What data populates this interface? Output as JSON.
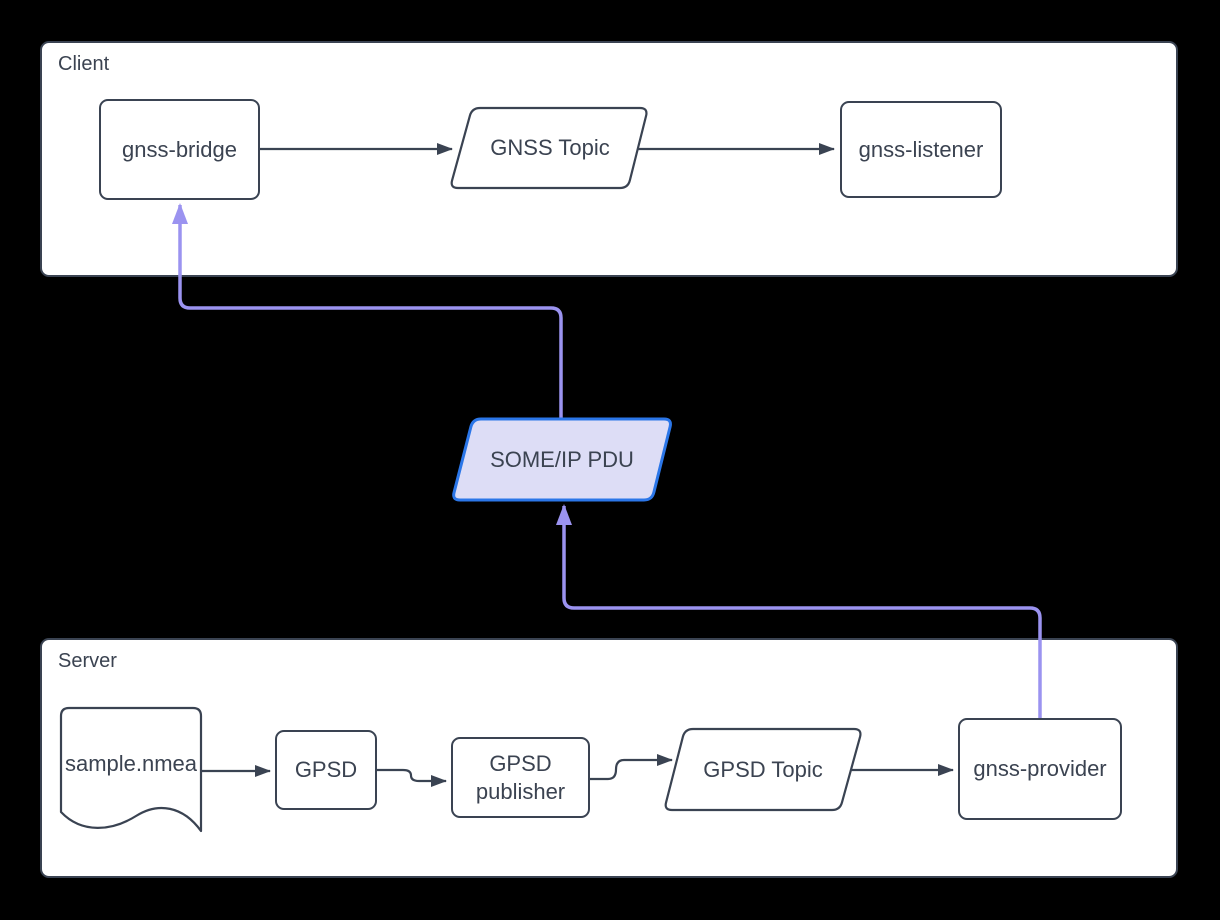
{
  "diagram": {
    "client": {
      "label": "Client",
      "nodes": {
        "gnss_bridge": {
          "label": "gnss-bridge",
          "shape": "rounded-rect"
        },
        "gnss_topic": {
          "label": "GNSS Topic",
          "shape": "parallelogram"
        },
        "gnss_listener": {
          "label": "gnss-listener",
          "shape": "rounded-rect"
        }
      }
    },
    "middle": {
      "someip_pdu": {
        "label": "SOME/IP PDU",
        "shape": "parallelogram",
        "border": "#2B76E8",
        "fill": "#DDDDF6"
      }
    },
    "server": {
      "label": "Server",
      "nodes": {
        "sample_nmea": {
          "label": "sample.nmea",
          "shape": "document"
        },
        "gpsd": {
          "label": "GPSD",
          "shape": "rounded-rect"
        },
        "gpsd_publisher": {
          "label": "GPSD publisher",
          "shape": "rounded-rect"
        },
        "gpsd_topic": {
          "label": "GPSD Topic",
          "shape": "parallelogram"
        },
        "gnss_provider": {
          "label": "gnss-provider",
          "shape": "rounded-rect"
        }
      }
    },
    "connections": [
      {
        "from": "gnss-bridge",
        "to": "GNSS Topic",
        "style": "dark"
      },
      {
        "from": "GNSS Topic",
        "to": "gnss-listener",
        "style": "dark"
      },
      {
        "from": "sample.nmea",
        "to": "GPSD",
        "style": "dark"
      },
      {
        "from": "GPSD",
        "to": "GPSD publisher",
        "style": "dark"
      },
      {
        "from": "GPSD publisher",
        "to": "GPSD Topic",
        "style": "dark"
      },
      {
        "from": "GPSD Topic",
        "to": "gnss-provider",
        "style": "dark"
      },
      {
        "from": "gnss-provider",
        "to": "SOME/IP PDU",
        "style": "purple"
      },
      {
        "from": "SOME/IP PDU",
        "to": "gnss-bridge",
        "style": "purple"
      }
    ],
    "colors": {
      "background": "#000000",
      "surface": "#FFFFFF",
      "stroke": "#3A4352",
      "text": "#3B4351",
      "accent_blue": "#2B76E8",
      "accent_fill": "#DDDDF6",
      "arrow_purple": "#9B93F0"
    }
  }
}
